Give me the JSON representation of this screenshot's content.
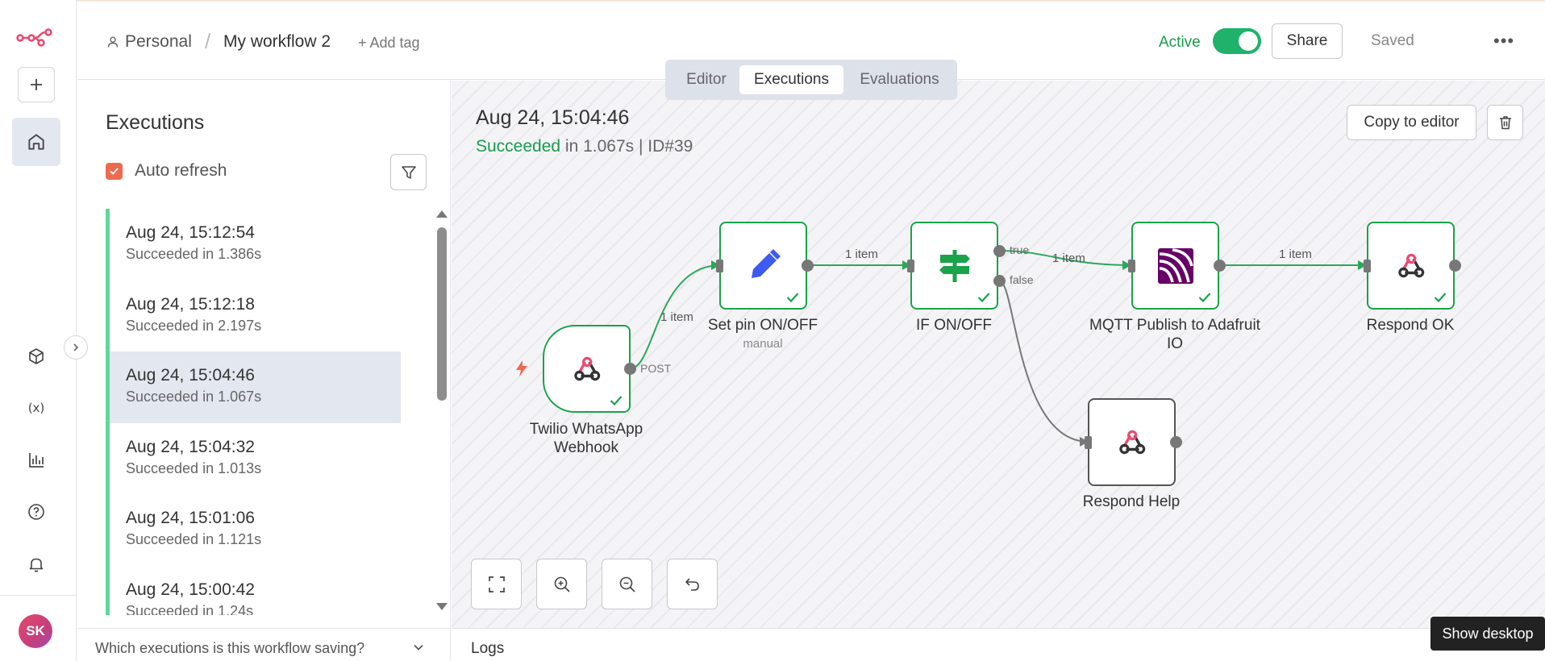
{
  "header": {
    "project": "Personal",
    "separator": "/",
    "workflow_name": "My workflow 2",
    "add_tag": "+ Add tag",
    "active_label": "Active",
    "share_label": "Share",
    "saved_label": "Saved",
    "more_label": "•••"
  },
  "tabs": [
    {
      "label": "Editor"
    },
    {
      "label": "Executions"
    },
    {
      "label": "Evaluations"
    }
  ],
  "colors": {
    "accent": "#1aa34a",
    "brand": "#ea4b71",
    "checkbox": "#ee6a4f"
  },
  "sidebar": {
    "avatar_initials": "SK"
  },
  "executions": {
    "title": "Executions",
    "auto_refresh_label": "Auto refresh",
    "items": [
      {
        "time": "Aug 24, 15:12:54",
        "status": "Succeeded in 1.386s"
      },
      {
        "time": "Aug 24, 15:12:18",
        "status": "Succeeded in 2.197s"
      },
      {
        "time": "Aug 24, 15:04:46",
        "status": "Succeeded in 1.067s"
      },
      {
        "time": "Aug 24, 15:04:32",
        "status": "Succeeded in 1.013s"
      },
      {
        "time": "Aug 24, 15:01:06",
        "status": "Succeeded in 1.121s"
      },
      {
        "time": "Aug 24, 15:00:42",
        "status": "Succeeded in 1.24s"
      }
    ],
    "saving_question": "Which executions is this workflow saving?"
  },
  "run": {
    "date": "Aug 24, 15:04:46",
    "status": "Succeeded",
    "duration": " in 1.067s | ID#39",
    "copy_to_editor": "Copy to editor"
  },
  "nodes": {
    "webhook": {
      "label": "Twilio WhatsApp Webhook",
      "output": "POST"
    },
    "setpin": {
      "label": "Set pin ON/OFF",
      "sub": "manual"
    },
    "ifnode": {
      "label": "IF ON/OFF",
      "true": "true",
      "false": "false"
    },
    "mqtt": {
      "label": "MQTT Publish to Adafruit IO"
    },
    "respond_ok": {
      "label": "Respond OK"
    },
    "respond_help": {
      "label": "Respond Help"
    }
  },
  "edges": {
    "e1": "1 item",
    "e2": "1 item",
    "e3": "1 item",
    "e4": "1 item"
  },
  "footer": {
    "logs": "Logs",
    "tooltip": "Show desktop"
  }
}
